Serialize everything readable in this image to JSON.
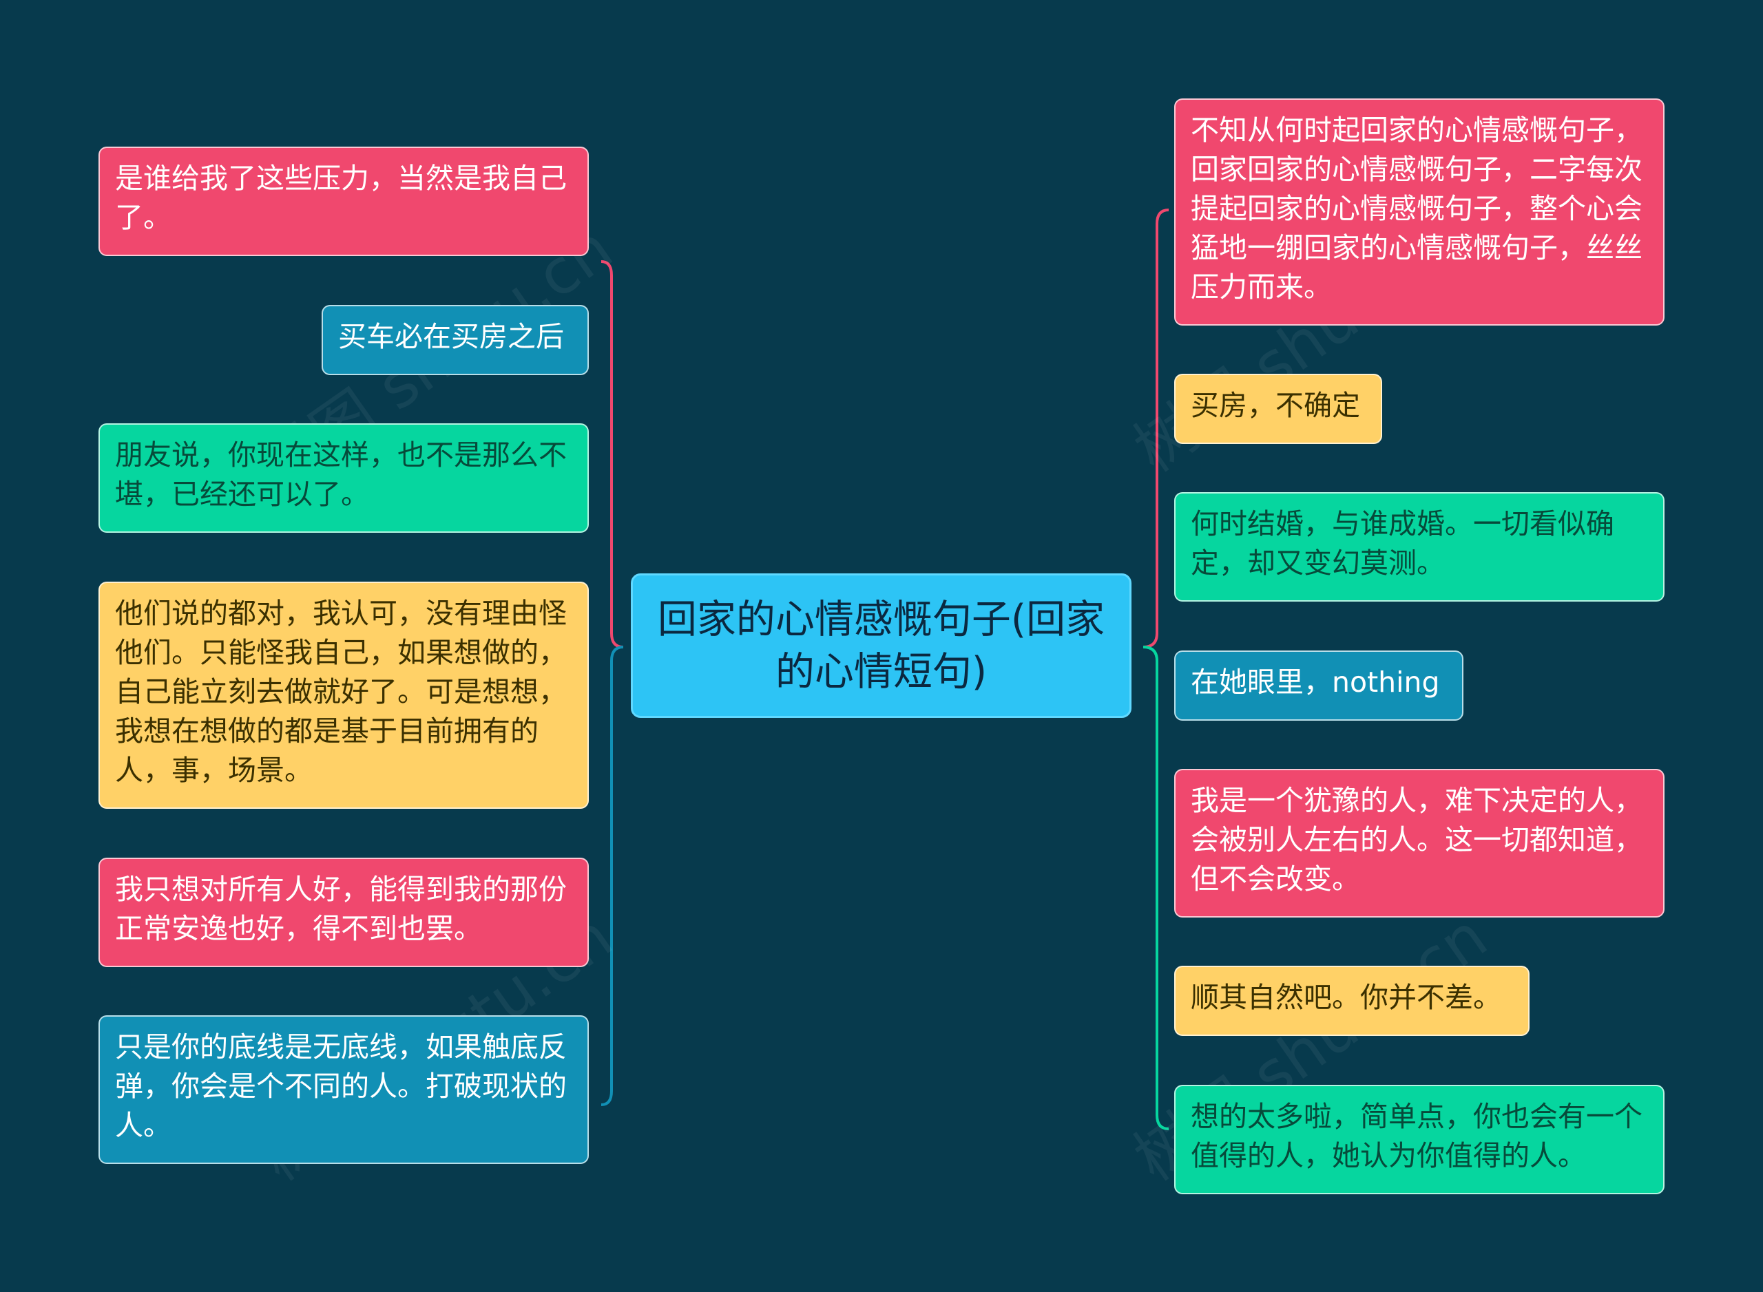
{
  "colors": {
    "background": "#073a4d",
    "red": "#f0486e",
    "blue": "#1190b5",
    "green": "#06d69f",
    "yellow": "#ffd167",
    "center": "#2dc4f5"
  },
  "center": {
    "text": "回家的心情感慨句子(回家的心情短句)"
  },
  "left": [
    {
      "text": "是谁给我了这些压力，当然是我自己了。",
      "color": "red"
    },
    {
      "text": "买车必在买房之后",
      "color": "blue"
    },
    {
      "text": "朋友说，你现在这样，也不是那么不堪，已经还可以了。",
      "color": "green"
    },
    {
      "text": "他们说的都对，我认可，没有理由怪他们。只能怪我自己，如果想做的，自己能立刻去做就好了。可是想想，我想在想做的都是基于目前拥有的人，事，场景。",
      "color": "yellow"
    },
    {
      "text": "我只想对所有人好，能得到我的那份正常安逸也好，得不到也罢。",
      "color": "red"
    },
    {
      "text": "只是你的底线是无底线，如果触底反弹，你会是个不同的人。打破现状的人。",
      "color": "blue"
    }
  ],
  "right": [
    {
      "text": "不知从何时起回家的心情感慨句子，回家回家的心情感慨句子，二字每次提起回家的心情感慨句子，整个心会猛地一绷回家的心情感慨句子，丝丝压力而来。",
      "color": "red"
    },
    {
      "text": "买房，不确定",
      "color": "yellow"
    },
    {
      "text": "何时结婚，与谁成婚。一切看似确定，却又变幻莫测。",
      "color": "green"
    },
    {
      "text": "在她眼里，nothing",
      "color": "blue"
    },
    {
      "text": "我是一个犹豫的人，难下决定的人，会被别人左右的人。这一切都知道，但不会改变。",
      "color": "red"
    },
    {
      "text": "顺其自然吧。你并不差。",
      "color": "yellow"
    },
    {
      "text": "想的太多啦，简单点，你也会有一个值得的人，她认为你值得的人。",
      "color": "green"
    }
  ]
}
